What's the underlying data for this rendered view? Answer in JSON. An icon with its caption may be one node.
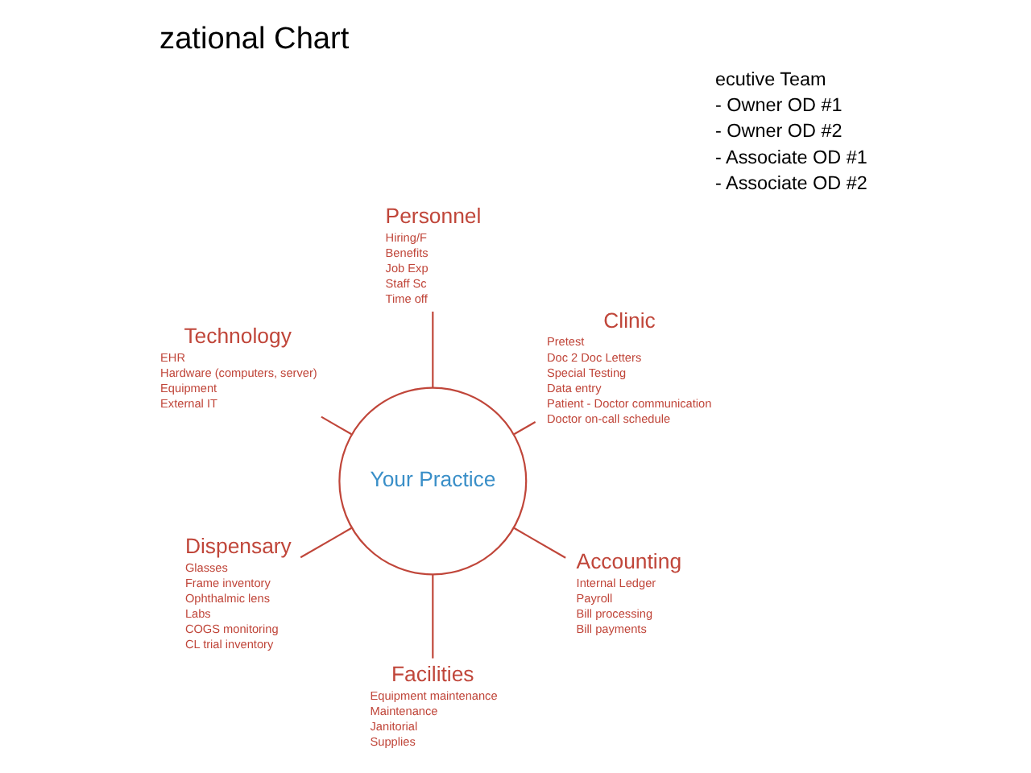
{
  "diagram": {
    "title": "zational Chart",
    "nodes": [
      {
        "text": [
          "Your Practice"
        ]
      },
      {
        "text": [
          "Clinic"
        ],
        "beside": [
          "Pretest",
          "Doc 2 Doc Letters",
          "Special Testing",
          "Data entry",
          "Patient - Doctor communication",
          "Doctor on-call schedule"
        ]
      },
      {
        "text": [
          "Personnel"
        ],
        "beside": [
          "Hiring/F",
          "Benefits",
          "Job Exp",
          "Staff Sc",
          "Time off"
        ]
      },
      {
        "text": [
          "Technology"
        ],
        "beside": [
          "EHR",
          "Hardware (computers, server)",
          "Equipment",
          "External IT"
        ]
      },
      {
        "text": [
          "Dispensary"
        ],
        "beside": [
          "Glasses",
          "Frame inventory",
          "Ophthalmic lens",
          "Labs",
          "COGS monitoring",
          "CL trial inventory"
        ]
      },
      {
        "text": [
          "Facilities"
        ],
        "beside": [
          "Equipment maintenance",
          "Maintenance",
          "Janitorial",
          "Supplies"
        ]
      },
      {
        "text": [
          "Accounting"
        ],
        "beside": [
          "Internal Ledger",
          "Payroll",
          "Bill processing",
          "Bill payments"
        ]
      }
    ],
    "edges": [
      {
        "from": 0,
        "to": 1,
        "arrow": "none"
      },
      {
        "from": 0,
        "to": 2,
        "arrow": "none"
      },
      {
        "from": 0,
        "to": 3,
        "arrow": "none"
      },
      {
        "from": 0,
        "to": 4,
        "arrow": "none"
      },
      {
        "from": 0,
        "to": 5,
        "arrow": "none"
      },
      {
        "from": 0,
        "to": 6,
        "arrow": "none"
      }
    ],
    "labels": [
      "ecutive Team",
      "- Owner OD #1",
      "- Owner OD #2",
      "- Associate OD #1",
      "- Associate OD #2"
    ]
  }
}
